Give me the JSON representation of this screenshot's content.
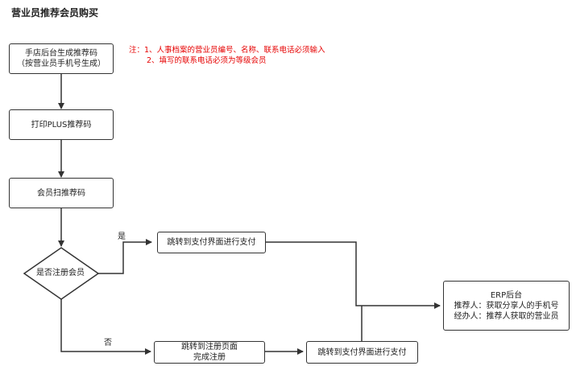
{
  "title": "营业员推荐会员购买",
  "note": {
    "line1": "注：1、人事档案的营业员编号、名称、联系电话必须输入",
    "line2": "2、填写的联系电话必须为等级会员"
  },
  "nodes": {
    "generate_code": {
      "line1": "手店后台生成推荐码",
      "line2": "（按营业员手机号生成）"
    },
    "print_code": {
      "text": "打印PLUS推荐码"
    },
    "scan_code": {
      "text": "会员扫推荐码"
    },
    "is_registered": {
      "text": "是否注册会员"
    },
    "pay_yes": {
      "text": "跳转到支付界面进行支付"
    },
    "register": {
      "line1": "跳转到注册页面",
      "line2": "完成注册"
    },
    "pay_after_register": {
      "text": "跳转到支付界面进行支付"
    },
    "erp": {
      "line1": "ERP后台",
      "line2": "推荐人：获取分享人的手机号",
      "line3": "经办人：推荐人获取的营业员"
    }
  },
  "edges": {
    "yes_label": "是",
    "no_label": "否"
  }
}
